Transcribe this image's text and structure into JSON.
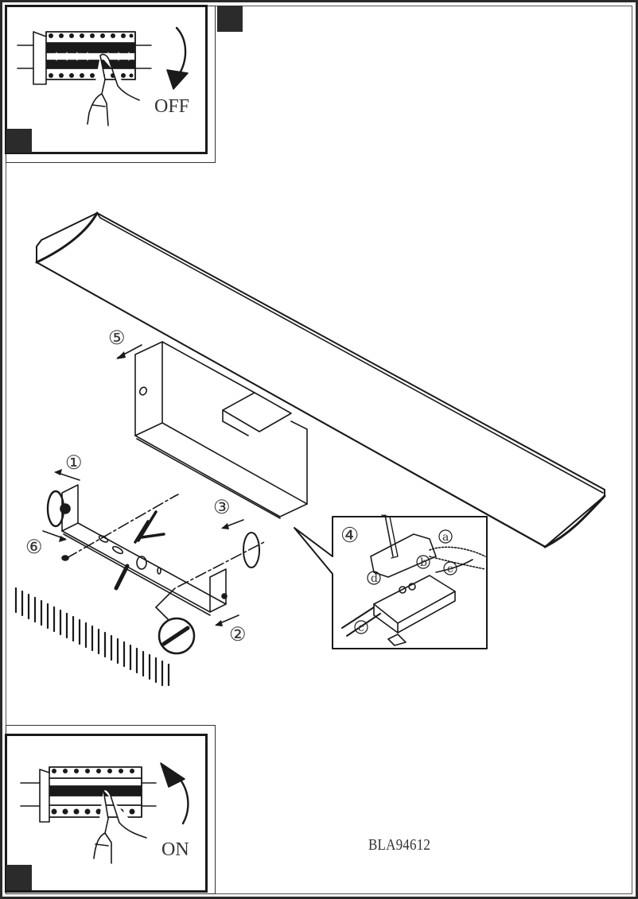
{
  "document": {
    "model_code": "BLA94612",
    "colors": {
      "line": "#1a1a1a",
      "background": "#ffffff",
      "frame": "#2a2a2a"
    }
  },
  "panels": {
    "power_off": {
      "label": "OFF",
      "arrow_direction": "down",
      "icon": "circuit-breaker-switch-off"
    },
    "power_on": {
      "label": "ON",
      "arrow_direction": "up",
      "icon": "circuit-breaker-switch-on"
    }
  },
  "steps": [
    {
      "number": "①",
      "description": "bracket-rotate"
    },
    {
      "number": "②",
      "description": "bracket-side-arrow"
    },
    {
      "number": "③",
      "description": "screw-anchor"
    },
    {
      "number": "④",
      "description": "wiring-detail"
    },
    {
      "number": "⑤",
      "description": "mount-housing"
    },
    {
      "number": "⑥",
      "description": "fix-bracket"
    }
  ],
  "wiring_callouts": [
    "a",
    "b",
    "c",
    "d",
    "e"
  ]
}
